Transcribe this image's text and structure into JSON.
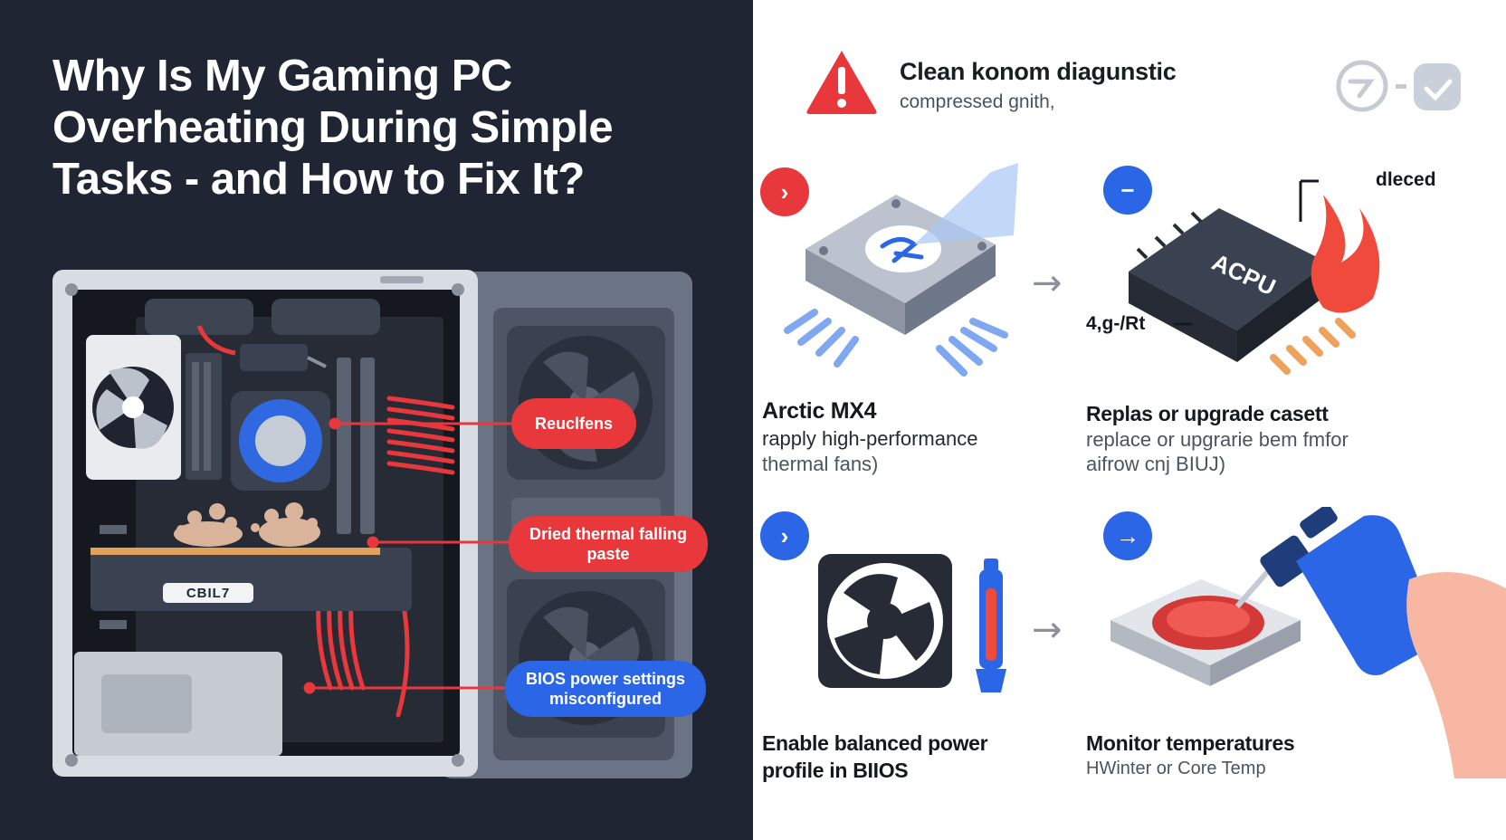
{
  "title": "Why Is My Gaming PC Overheating During Simple Tasks - and How to Fix It?",
  "left": {
    "callouts": [
      {
        "id": "fans",
        "label": "Reuclfens"
      },
      {
        "id": "paste",
        "label": "Dried thermal falling paste"
      },
      {
        "id": "bios",
        "label": "BIOS power settings misconfigured"
      }
    ],
    "gpu_label": "CBIL7"
  },
  "right": {
    "header": {
      "title": "Clean konom diagunstic",
      "subtitle": "compressed gnith,"
    },
    "steps": [
      {
        "title": "Arctic MX4",
        "line1": "rapply high-performance",
        "line2": "thermal fans)"
      },
      {
        "title": "Replas or upgrade casett",
        "line1": "replace or upgrarie bem fmfor",
        "line2": "aifrow cnj BIUJ)"
      },
      {
        "title": "Enable balanced power",
        "line1": "profile in BIIOS"
      },
      {
        "title": "Monitor temperatures",
        "line1": "HWinter or Core Temp"
      }
    ],
    "cpu_label": "ACPU",
    "annotation_top": "dleced",
    "annotation_left": "4,g-/Rt"
  },
  "colors": {
    "red": "#e8383b",
    "blue": "#2a66e6",
    "dark": "#1f2532",
    "gray": "#6b7180"
  },
  "icons": [
    "warning-icon",
    "chevron-right-icon",
    "minus-icon",
    "arrow-right-icon",
    "fan-icon",
    "flame-icon",
    "spray-bottle-icon",
    "thermal-paste-tube-icon",
    "cpu-cooler-icon",
    "cpu-chip-icon"
  ]
}
